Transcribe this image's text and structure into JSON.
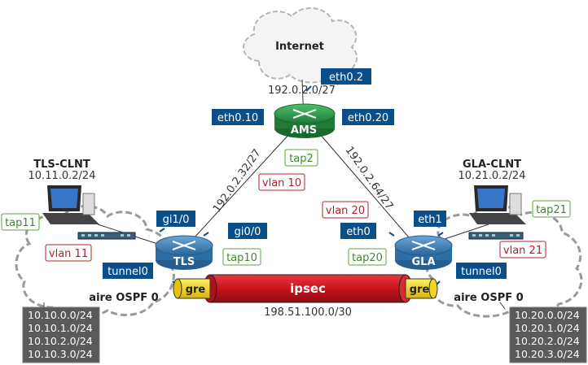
{
  "nodes": {
    "internet": "Internet",
    "ams": "AMS",
    "tls": "TLS",
    "gla": "GLA",
    "tls_clnt": "TLS-CLNT",
    "tls_clnt_ip": "10.11.0.2/24",
    "gla_clnt": "GLA-CLNT",
    "gla_clnt_ip": "10.21.0.2/24"
  },
  "interfaces": {
    "ams_up": "eth0.2",
    "ams_left": "eth0.10",
    "ams_right": "eth0.20",
    "ams_tap": "tap2",
    "tls_gi10": "gi1/0",
    "tls_gi00": "gi0/0",
    "tls_tap": "tap10",
    "tls_tunnel": "tunnel0",
    "tls_clnt_tap": "tap11",
    "gla_eth0": "eth0",
    "gla_eth1": "eth1",
    "gla_tap": "tap20",
    "gla_tunnel": "tunnel0",
    "gla_clnt_tap": "tap21"
  },
  "vlans": {
    "vlan10": "vlan 10",
    "vlan20": "vlan 20",
    "vlan11": "vlan 11",
    "vlan21": "vlan 21"
  },
  "links": {
    "internet_net": "192.0.2.0/27",
    "ams_tls_net": "192.0.2.32/27",
    "ams_gla_net": "192.0.2.64/27",
    "tunnel_net": "198.51.100.0/30",
    "ipsec": "ipsec",
    "gre_left": "gre",
    "gre_right": "gre"
  },
  "areas": {
    "left": "aire OSPF 0",
    "right": "aire OSPF 0"
  },
  "routes": {
    "left": [
      "10.10.0.0/24",
      "10.10.1.0/24",
      "10.10.2.0/24",
      "10.10.3.0/24"
    ],
    "right": [
      "10.20.0.0/24",
      "10.20.1.0/24",
      "10.20.2.0/24",
      "10.20.3.0/24"
    ]
  },
  "colors": {
    "iface_tag": "#0b4f8a",
    "tap_tag": "#3d8a28",
    "vlan_tag": "#b3202a",
    "router_blue": "#3a7fb4",
    "router_green": "#2e8f48",
    "ipsec_pipe": "#c8141c",
    "gre_pipe": "#f5d000"
  }
}
